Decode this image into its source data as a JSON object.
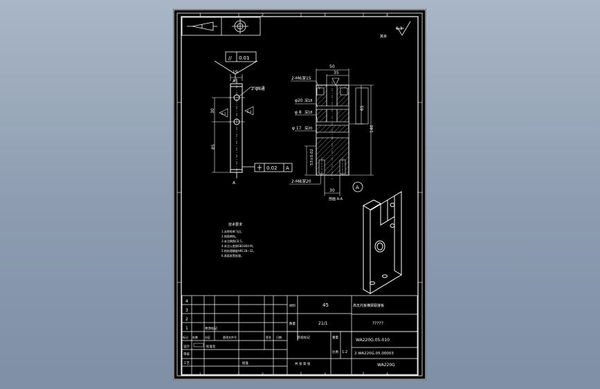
{
  "drawing": {
    "zone_numbers_top": [
      "1",
      "2",
      "3",
      "4"
    ],
    "zone_numbers_bottom": [
      "1",
      "2",
      "3",
      "4"
    ],
    "roughness": "6.3",
    "roughness_note": "其余",
    "tolerance_parallel_symbol": "//",
    "tolerance_parallel_value": "0.01",
    "tolerance_perp_value": "0.02",
    "datum": "A",
    "dim_width_top": "19",
    "dim_30": "30",
    "dim_85": "85",
    "dim_50": "50",
    "dim_35": "35",
    "dim_65": "65",
    "dim_140": "140",
    "dim_53": "53±0.02",
    "dim_10": "10",
    "dim_15": "15",
    "dim_phi20": "φ20",
    "dim_phi8": "φ 8",
    "dim_phi17": "φ 17",
    "note_2m6": "2-M6深15",
    "note_2m8": "2-M8深20",
    "note_2holes": "2-φ8通",
    "label_depth20": "深20",
    "label_depth18": "深18",
    "section_label": "剖面 A-A",
    "section_marker": "A",
    "tech_req_title": "技术要求",
    "tech_req_lines": [
      "1.去除毛刺飞边。",
      "2.锐角倒钝。",
      "3.未注倒角C0.5。",
      "4.未注公差按GB1804-M。",
      "5.热处理硬度HRC28~32。",
      "6.表面发黑处理。"
    ]
  },
  "title_block": {
    "rev_rows": [
      "4",
      "3",
      "2",
      "1"
    ],
    "material": "45",
    "mark_label": "标记",
    "change_record": "更改标记",
    "file_label": "标记",
    "count_label": "处数",
    "sub_area": "分区",
    "change_doc": "更改文件号",
    "sign_label": "签名",
    "date_label": "日期",
    "design": "设计",
    "check": "审核",
    "process": "工艺",
    "standard": "标准化",
    "approve": "批准",
    "stage_mark": "阶段标记",
    "weight": "重量",
    "scale_label": "比例",
    "scale": "1:2",
    "sheet_info": "共 张 第 张",
    "part_name": "高支托板横梁联接板",
    "ratio": "21/1",
    "quantity_label": "数量",
    "company": "?????",
    "drawing_no": "WA220G.05-010",
    "assembly_no": "2.WA220G.05.00003",
    "product": "WA220G",
    "material_label": "材料"
  }
}
